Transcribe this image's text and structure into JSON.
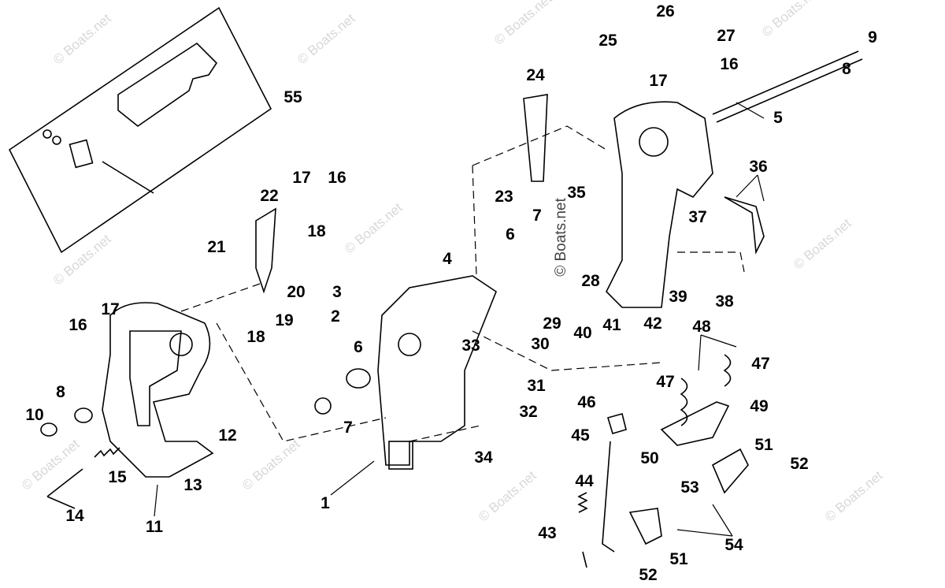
{
  "watermark": "© Boats.net",
  "center_watermark": "© Boats.net",
  "callouts": [
    "26",
    "25",
    "27",
    "9",
    "16",
    "8",
    "17",
    "24",
    "5",
    "55",
    "36",
    "23",
    "35",
    "17",
    "16",
    "22",
    "18",
    "37",
    "7",
    "6",
    "4",
    "21",
    "20",
    "28",
    "39",
    "38",
    "3",
    "19",
    "17",
    "2",
    "29",
    "42",
    "40",
    "41",
    "48",
    "16",
    "18",
    "30",
    "6",
    "33",
    "47",
    "31",
    "47",
    "8",
    "46",
    "49",
    "32",
    "10",
    "7",
    "45",
    "12",
    "51",
    "52",
    "34",
    "15",
    "13",
    "50",
    "44",
    "53",
    "14",
    "1",
    "11",
    "43",
    "54",
    "51",
    "52"
  ]
}
